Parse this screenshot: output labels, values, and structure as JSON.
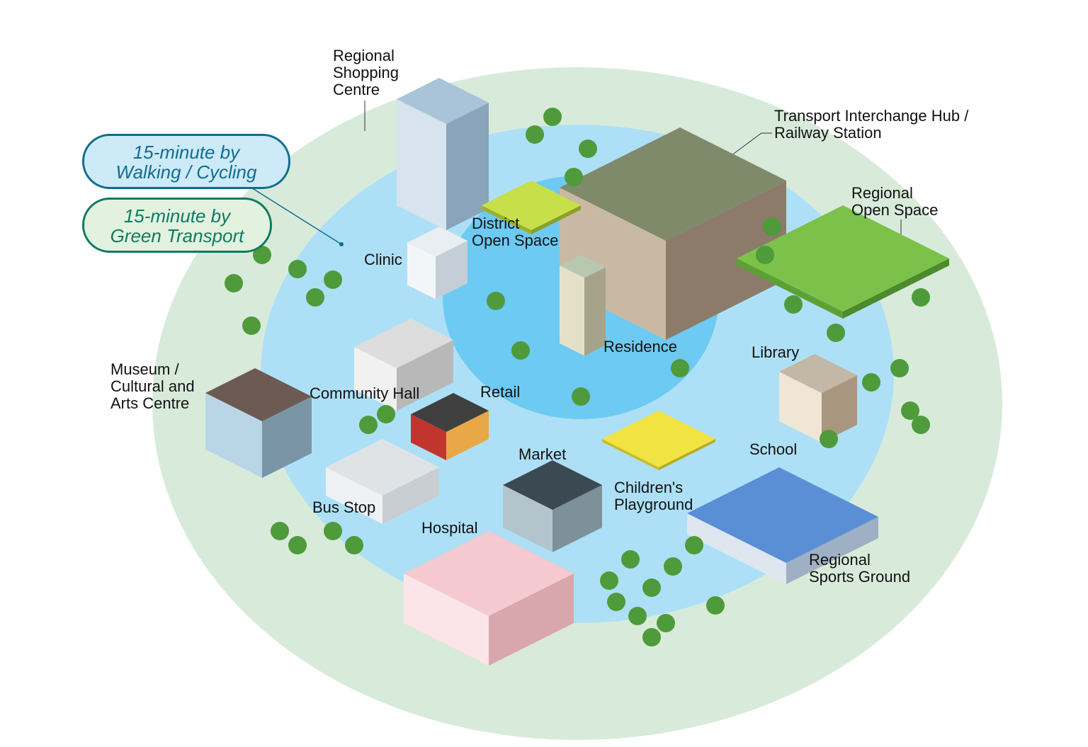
{
  "legend": {
    "walking": {
      "line1": "15-minute by",
      "line2": "Walking / Cycling"
    },
    "green": {
      "line1": "15-minute by",
      "line2": "Green Transport"
    }
  },
  "labels": {
    "shopping": "Regional\nShopping\nCentre",
    "transport_hub": "Transport Interchange Hub /\nRailway Station",
    "regional_open_space": "Regional\nOpen Space",
    "district_open_space": "District\nOpen Space",
    "clinic": "Clinic",
    "residence": "Residence",
    "library": "Library",
    "museum": "Museum /\nCultural and\nArts Centre",
    "community_hall": "Community Hall",
    "retail": "Retail",
    "school": "School",
    "market": "Market",
    "playground": "Children's\nPlayground",
    "bus_stop": "Bus Stop",
    "hospital": "Hospital",
    "sports_ground": "Regional\nSports Ground"
  },
  "colors": {
    "outer_zone": "#d8ebdb",
    "walking_zone": "#ade0f6",
    "core_zone": "#6dcaf2",
    "walking_accent": "#136c8f",
    "green_accent": "#0f7a62"
  }
}
